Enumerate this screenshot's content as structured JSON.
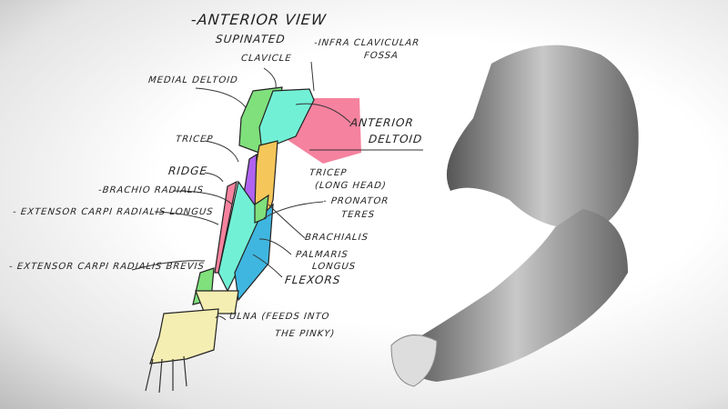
{
  "title": "-Anterior View",
  "subtitle": "Supinated",
  "labels": {
    "infra_clavicular": "-Infra clavicular",
    "fossa": "Fossa",
    "clavicle": "Clavicle",
    "medial_deltoid": "Medial deltoid",
    "anterior_deltoid_1": "Anterior",
    "anterior_deltoid_2": "deltoid",
    "tricep": "Tricep",
    "ridge": "Ridge",
    "tricep_long_1": "Tricep",
    "tricep_long_2": "(Long Head)",
    "brachio_radialis": "-Brachio radialis",
    "ecr_longus": "- Extensor carpi radialis longus",
    "pronator_1": "- Pronator",
    "pronator_2": "Teres",
    "brachialis": "Brachialis",
    "palmaris_1": "Palmaris",
    "palmaris_2": "Longus",
    "ecr_brevis": "- Extensor carpi radialis Brevis",
    "flexors": "Flexors",
    "ulna_1": "Ulna (Feeds into",
    "ulna_2": "the pinky)"
  },
  "colors": {
    "medial_deltoid": "#7fe07c",
    "clavicular": "#72f0d6",
    "anterior_deltoid": "#f5829e",
    "biceps": "#f5c75a",
    "purple": "#b062f0",
    "blue": "#3fb6e0",
    "hand": "#f4eeb2"
  }
}
